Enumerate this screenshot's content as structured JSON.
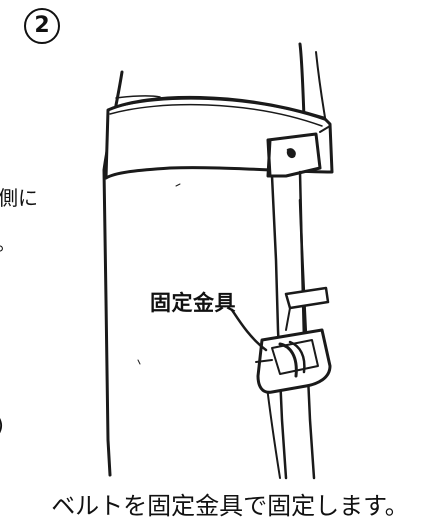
{
  "step_number": "2",
  "edge_text": [
    "側に",
    "。",
    ")"
  ],
  "callout_label": "固定金具",
  "caption": "ベルトを固定金具で固定します。"
}
